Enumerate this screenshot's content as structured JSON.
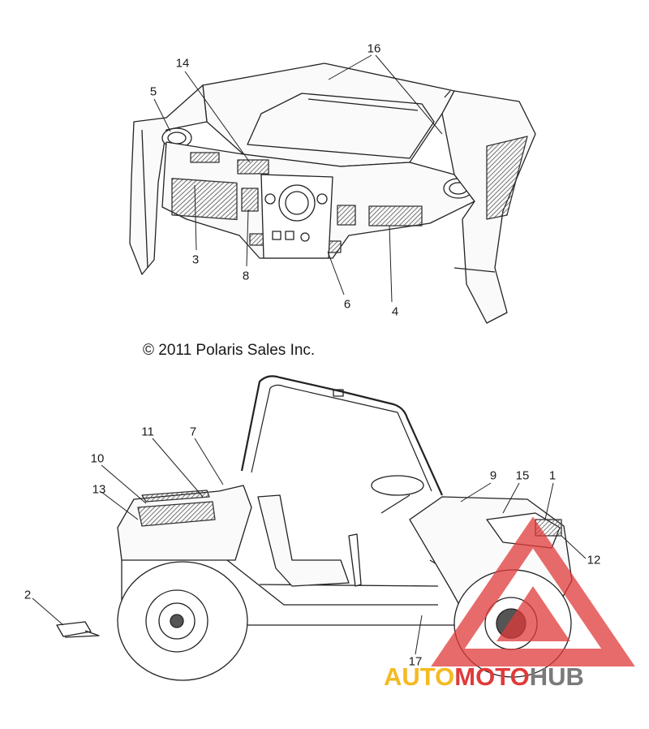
{
  "copyright": "© 2011 Polaris Sales Inc.",
  "callouts": [
    "16",
    "14",
    "5",
    "3",
    "8",
    "6",
    "4",
    "11",
    "7",
    "10",
    "13",
    "9",
    "15",
    "1",
    "12",
    "2",
    "17"
  ],
  "watermark": {
    "part1": "AUTO",
    "part2": "MOTO",
    "part3": "HUB"
  },
  "colors": {
    "line": "#222222",
    "watermark_red": "#e03a3a",
    "watermark_yellow": "#f5b921",
    "watermark_gray": "#7a7a7a"
  }
}
